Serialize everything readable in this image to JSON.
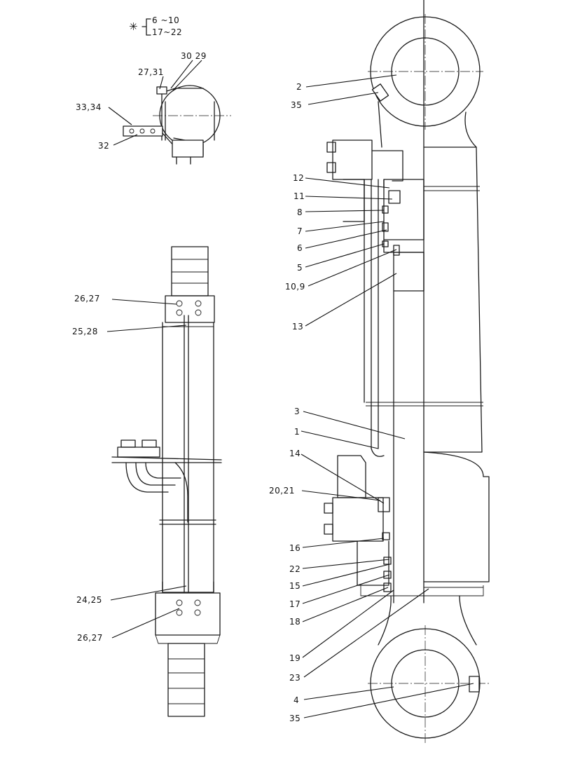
{
  "legend": {
    "symbol": "✳",
    "range1": "6 ~10",
    "range2": "17~22"
  },
  "labels": {
    "l2": "2",
    "l35a": "35",
    "l12": "12",
    "l11": "11",
    "l8": "8",
    "l7": "7",
    "l6": "6",
    "l5": "5",
    "l10_9": "10,9",
    "l13": "13",
    "l3": "3",
    "l1": "1",
    "l14": "14",
    "l20_21": "20,21",
    "l16": "16",
    "l22": "22",
    "l15": "15",
    "l17": "17",
    "l18": "18",
    "l19": "19",
    "l23": "23",
    "l4": "4",
    "l35b": "35",
    "l30_29": "30 29",
    "l27_31": "27,31",
    "l33_34": "33,34",
    "l32": "32",
    "l26_27a": "26,27",
    "l25_28": "25,28",
    "l24_25": "24,25",
    "l26_27b": "26,27"
  }
}
